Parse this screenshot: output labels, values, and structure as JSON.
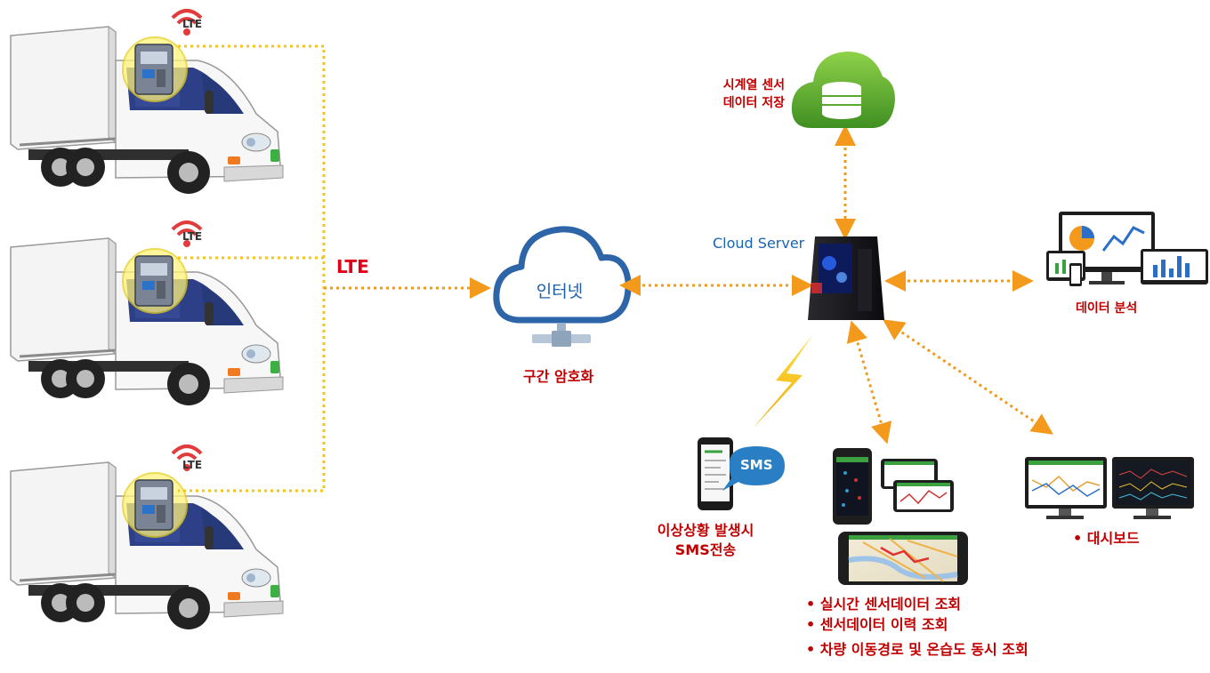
{
  "lte_badge": "LTE",
  "lte_label": "LTE",
  "internet": {
    "label": "인터넷",
    "caption": "구간 암호화"
  },
  "cloud_server": {
    "label": "Cloud Server"
  },
  "storage": {
    "line1": "시계열 센서",
    "line2": "데이터 저장"
  },
  "analysis": {
    "label": "데이터 분석"
  },
  "sms": {
    "bubble": "SMS",
    "line1": "이상상황 발생시",
    "line2": "SMS전송"
  },
  "mobile": {
    "items": [
      "• 실시간 센서데이터 조회",
      "• 센서데이터 이력 조회",
      "• 차량 이동경로 및  온습도 동시 조회"
    ]
  },
  "dashboard": {
    "label": "• 대시보드"
  },
  "colors": {
    "lte_line": "#f5c518",
    "arrow": "#f39a1c",
    "label_red": "#c00000",
    "label_blue": "#1f6db5",
    "cloud_blue": "#2e64a8",
    "db_green": "#5aa832"
  }
}
